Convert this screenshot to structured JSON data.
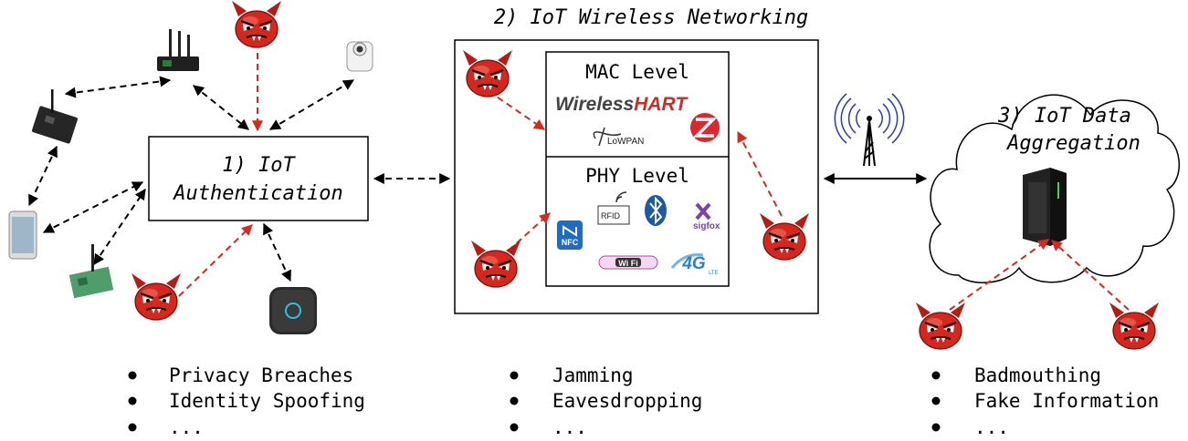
{
  "sections": {
    "auth": {
      "title_line1": "1) IoT",
      "title_line2": "Authentication"
    },
    "network": {
      "title": "2) IoT Wireless Networking",
      "mac_label": "MAC Level",
      "phy_label": "PHY Level"
    },
    "aggregation": {
      "title_line1": "3) IoT Data",
      "title_line2": "Aggregation"
    }
  },
  "logos": {
    "wirelesshart_a": "Wireless",
    "wirelesshart_b": "HART",
    "lowpan": "LoWPAN",
    "rfid": "RFID",
    "nfc": "NFC",
    "sigfox": "sigfox",
    "wifi": "Wi Fi",
    "lte_4g": "4G",
    "lte_sub": "LTE"
  },
  "threats": {
    "auth": [
      "Privacy Breaches",
      "Identity Spoofing",
      "..."
    ],
    "network": [
      "Jamming",
      "Eavesdropping",
      "..."
    ],
    "aggregation": [
      "Badmouthing",
      "Fake Information",
      "..."
    ]
  },
  "colors": {
    "attack_arrow": "#e0261c",
    "link_arrow": "#000000",
    "devil": "#d9261c",
    "radio_waves": "#2a36c8"
  }
}
